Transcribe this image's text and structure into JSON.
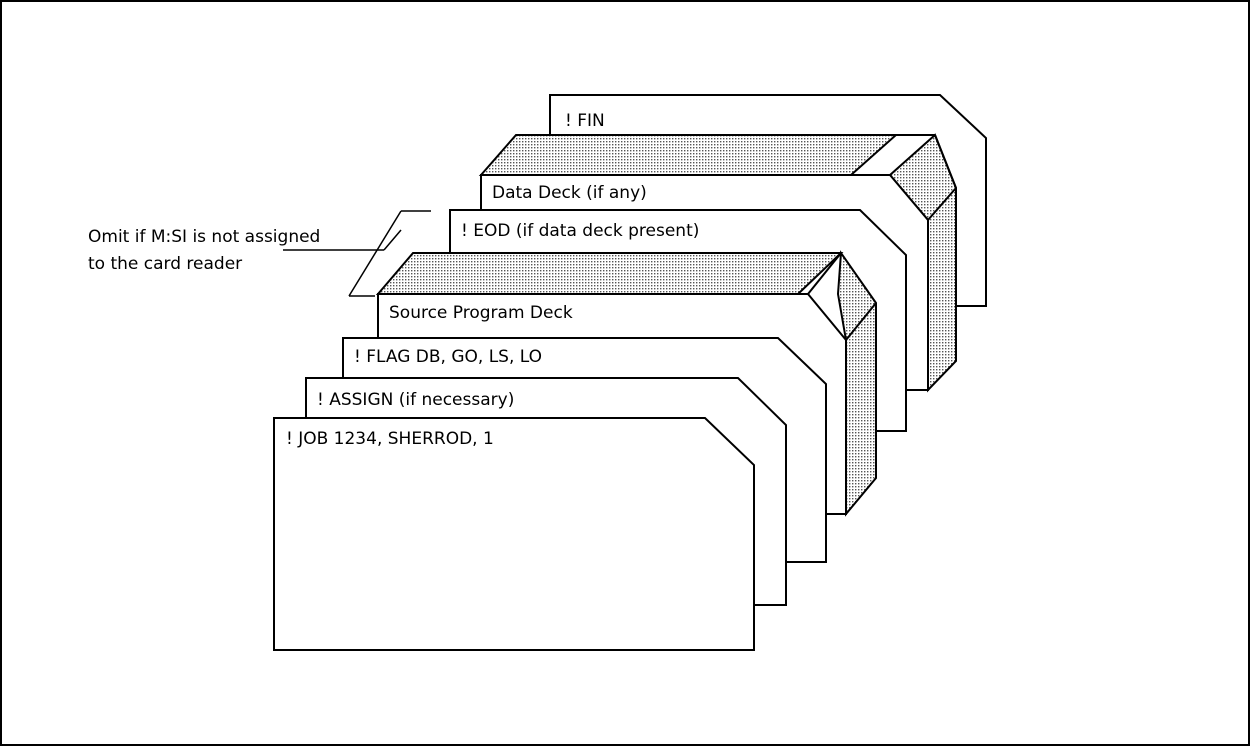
{
  "cards": [
    {
      "id": "fin",
      "label": "! FIN"
    },
    {
      "id": "data-deck",
      "label": "Data Deck (if any)"
    },
    {
      "id": "eod",
      "label": "! EOD (if data deck present)"
    },
    {
      "id": "source-deck",
      "label": "Source Program Deck"
    },
    {
      "id": "flag",
      "label": "! FLAG DB, GO, LS, LO"
    },
    {
      "id": "assign",
      "label": "! ASSIGN (if necessary)"
    },
    {
      "id": "job",
      "label": "! JOB 1234,  SHERROD, 1"
    }
  ],
  "note": {
    "line1": "Omit if M:SI is not assigned",
    "line2": "to the card reader"
  }
}
